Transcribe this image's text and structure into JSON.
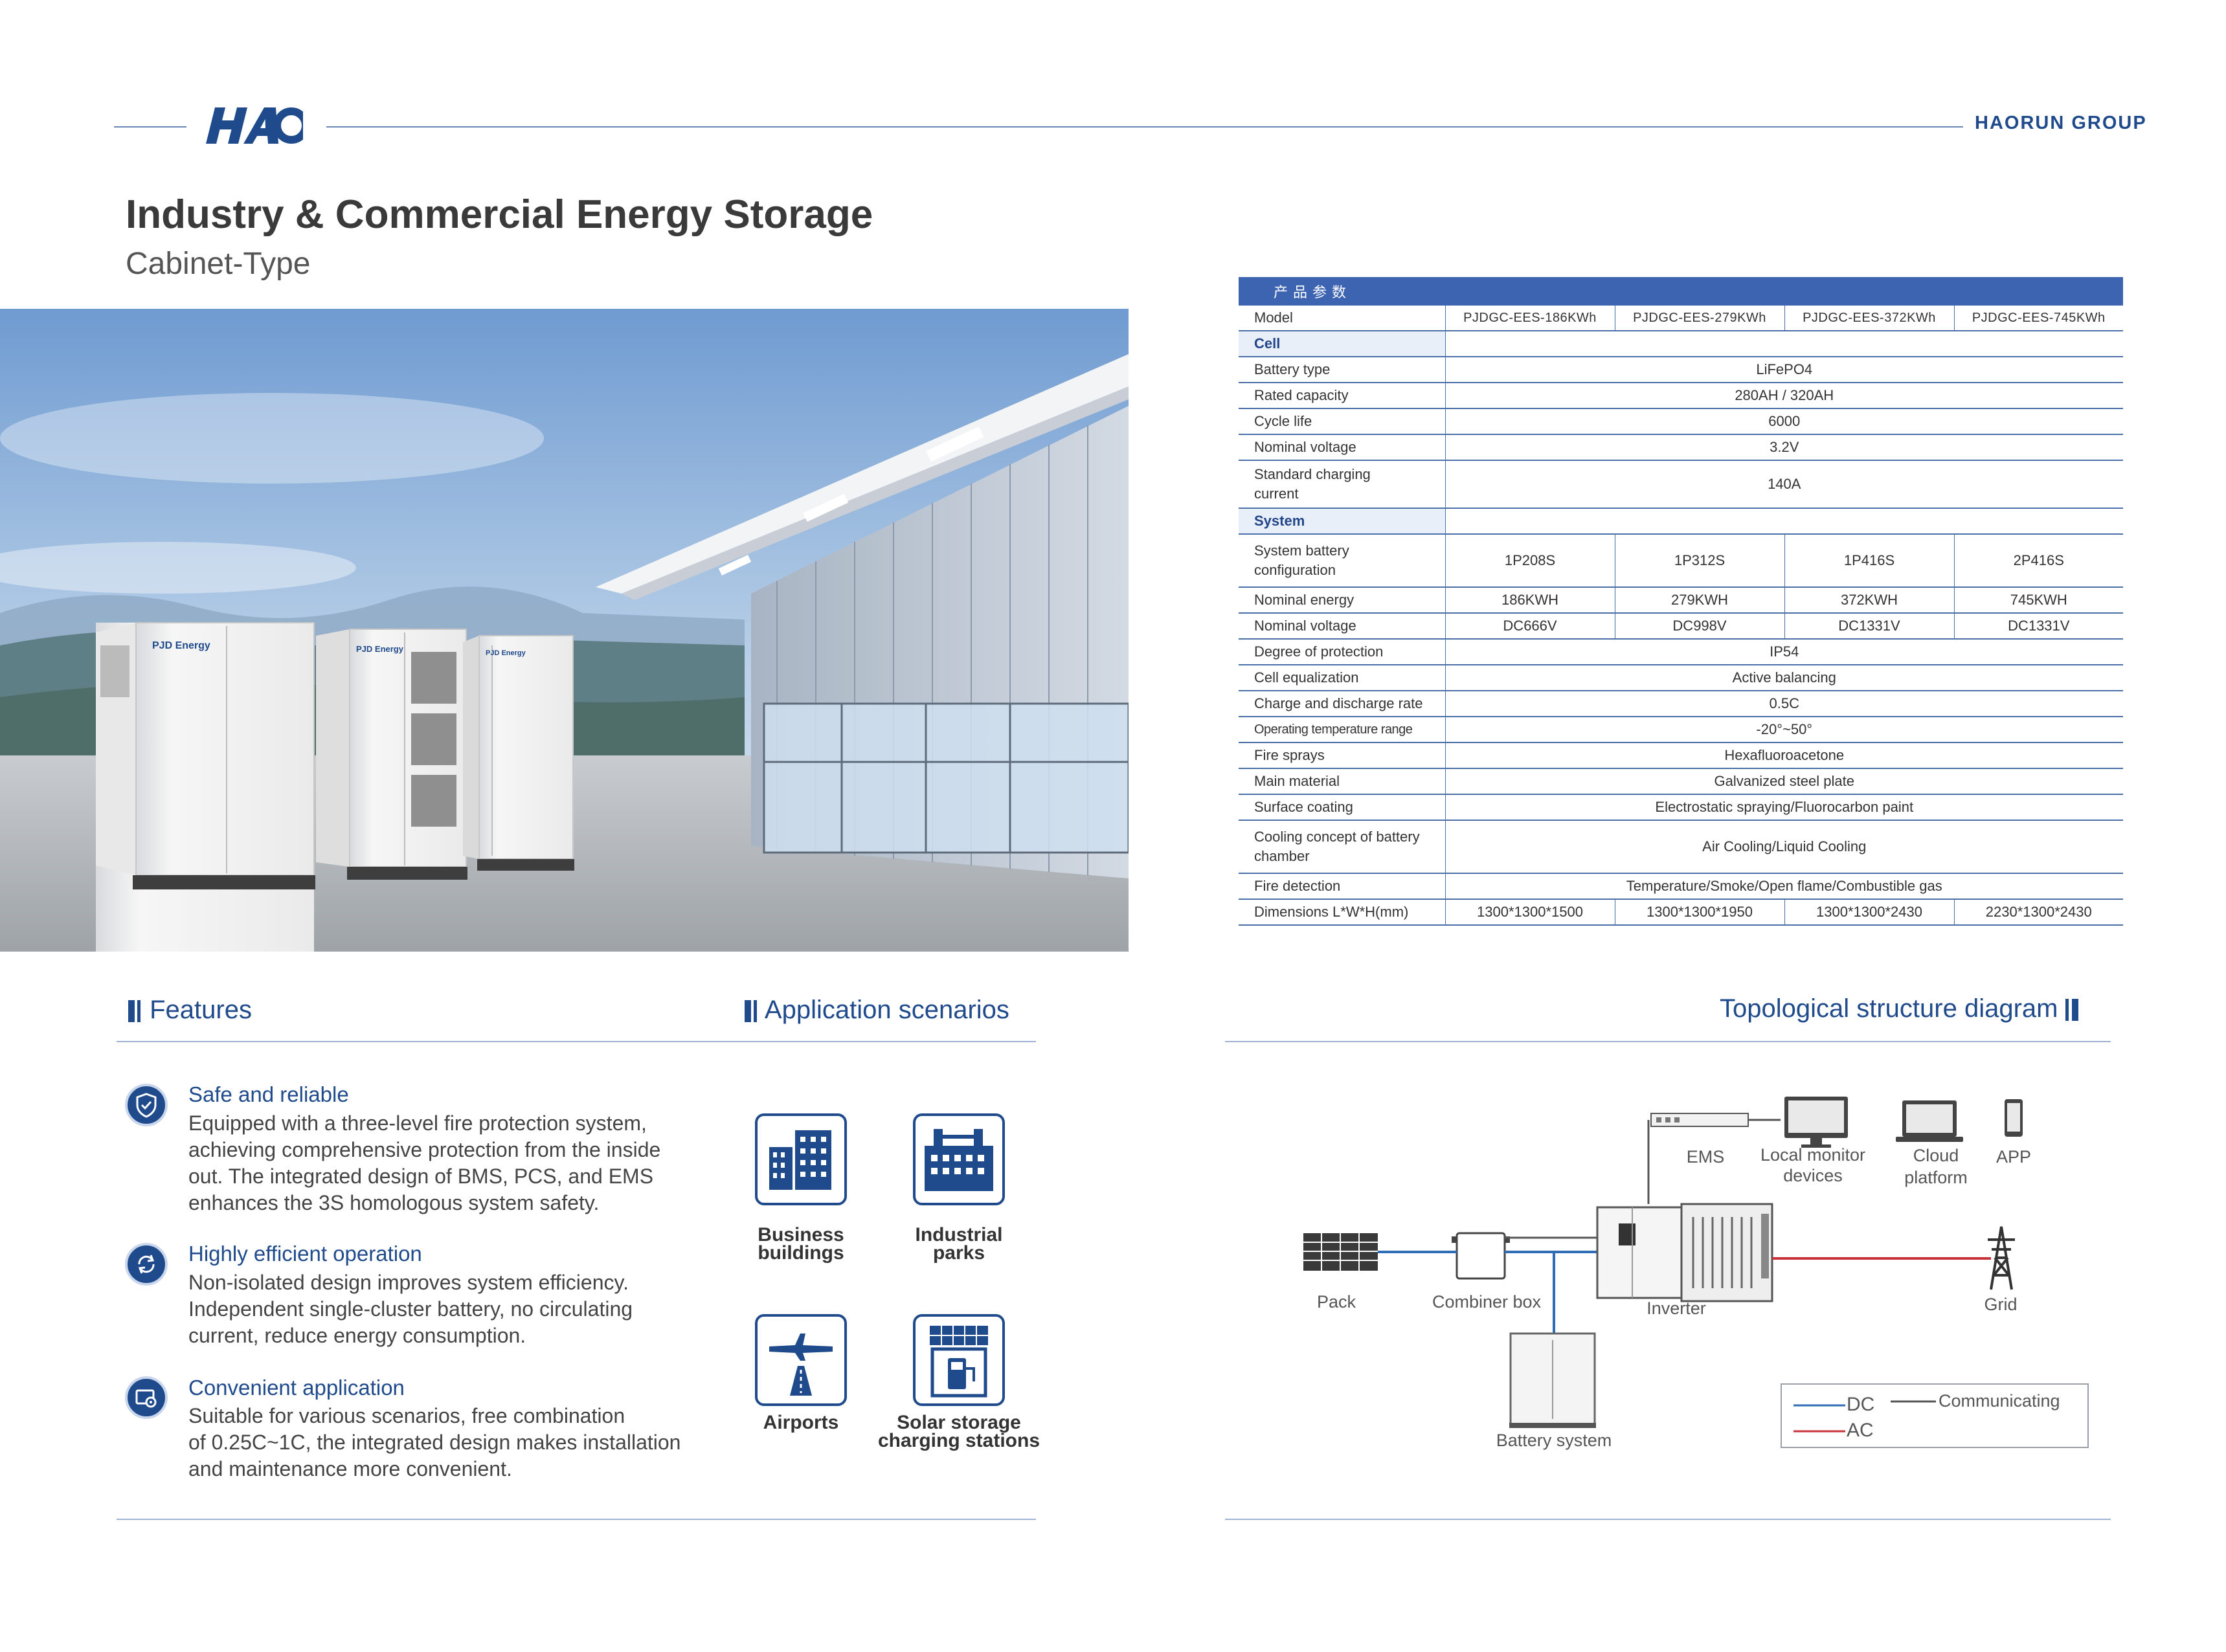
{
  "header": {
    "group_name": "HAORUN  GROUP",
    "title": "Industry & Commercial Energy Storage",
    "subtitle": "Cabinet-Type"
  },
  "photo": {
    "cabinet_brand": "PJD Energy"
  },
  "spec_table": {
    "heading": "产品参数",
    "model_label": "Model",
    "models": [
      "PJDGC-EES-186KWh",
      "PJDGC-EES-279KWh",
      "PJDGC-EES-372KWh",
      "PJDGC-EES-745KWh"
    ],
    "cell_section": "Cell",
    "battery_type": {
      "label": "Battery type",
      "value": "LiFePO4"
    },
    "rated_capacity": {
      "label": "Rated capacity",
      "value": "280AH / 320AH"
    },
    "cycle_life": {
      "label": "Cycle life",
      "value": "6000"
    },
    "cell_nominal_voltage": {
      "label": "Nominal voltage",
      "value": "3.2V"
    },
    "charging_current": {
      "label_line1": "Standard charging",
      "label_line2": "current",
      "value": "140A"
    },
    "system_section": "System",
    "battery_config": {
      "label_line1": "System battery",
      "label_line2": "configuration",
      "values": [
        "1P208S",
        "1P312S",
        "1P416S",
        "2P416S"
      ]
    },
    "nominal_energy": {
      "label": "Nominal energy",
      "values": [
        "186KWH",
        "279KWH",
        "372KWH",
        "745KWH"
      ]
    },
    "system_nominal_voltage": {
      "label": "Nominal voltage",
      "values": [
        "DC666V",
        "DC998V",
        "DC1331V",
        "DC1331V"
      ]
    },
    "protection": {
      "label": "Degree of protection",
      "value": "IP54"
    },
    "equalization": {
      "label": "Cell equalization",
      "value": "Active balancing"
    },
    "rate": {
      "label": "Charge and discharge rate",
      "value": "0.5C"
    },
    "temperature": {
      "label": "Operating temperature range",
      "value": "-20°~50°"
    },
    "fire_sprays": {
      "label": "Fire sprays",
      "value": "Hexafluoroacetone"
    },
    "main_material": {
      "label": "Main material",
      "value": "Galvanized steel plate"
    },
    "surface_coating": {
      "label": "Surface coating",
      "value": "Electrostatic spraying/Fluorocarbon paint"
    },
    "cooling": {
      "label_line1": "Cooling concept of battery",
      "label_line2": "chamber",
      "value": "Air Cooling/Liquid Cooling"
    },
    "fire_detection": {
      "label": "Fire detection",
      "value": "Temperature/Smoke/Open flame/Combustible gas"
    },
    "dimensions": {
      "label": "Dimensions L*W*H(mm)",
      "values": [
        "1300*1300*1500",
        "1300*1300*1950",
        "1300*1300*2430",
        "2230*1300*2430"
      ]
    }
  },
  "features": {
    "heading": "Features",
    "items": [
      {
        "icon": "shield-icon",
        "title": "Safe and reliable",
        "lines": [
          "Equipped with a three-level fire protection system,",
          "achieving comprehensive protection from the inside",
          "out. The integrated design of BMS, PCS, and EMS",
          "enhances the 3S homologous system safety."
        ]
      },
      {
        "icon": "cycle-icon",
        "title": "Highly efficient operation",
        "lines": [
          "Non-isolated design improves system efficiency.",
          "Independent single-cluster battery, no circulating",
          "current, reduce energy consumption."
        ]
      },
      {
        "icon": "gear-icon",
        "title": "Convenient application",
        "lines": [
          "Suitable for various scenarios, free combination",
          "of 0.25C~1C, the integrated design makes installation",
          "and maintenance more convenient."
        ]
      }
    ]
  },
  "applications": {
    "heading": "Application scenarios",
    "items": [
      {
        "icon": "business-buildings-icon",
        "line1": "Business",
        "line2": "buildings"
      },
      {
        "icon": "industrial-parks-icon",
        "line1": "Industrial",
        "line2": "parks"
      },
      {
        "icon": "airport-icon",
        "line1": "Airports",
        "line2": ""
      },
      {
        "icon": "solar-charging-station-icon",
        "line1": "Solar storage",
        "line2": "charging stations"
      }
    ]
  },
  "topology": {
    "heading": "Topological structure diagram",
    "ems": "EMS",
    "local_monitor_line1": "Local monitor",
    "local_monitor_line2": "devices",
    "cloud_line1": "Cloud",
    "cloud_line2": "platform",
    "app": "APP",
    "pack": "Pack",
    "combiner_box": "Combiner box",
    "inverter": "Inverter",
    "grid": "Grid",
    "battery_system": "Battery system",
    "legend": {
      "dc": "DC",
      "ac": "AC",
      "communicating": "Communicating"
    },
    "colors": {
      "dc": "#2f6db5",
      "ac": "#c8323a",
      "communicating": "#555555"
    }
  },
  "colors": {
    "brand": "#1f4a8c",
    "table_header": "#3c64b1",
    "rule": "#6b86b5"
  }
}
